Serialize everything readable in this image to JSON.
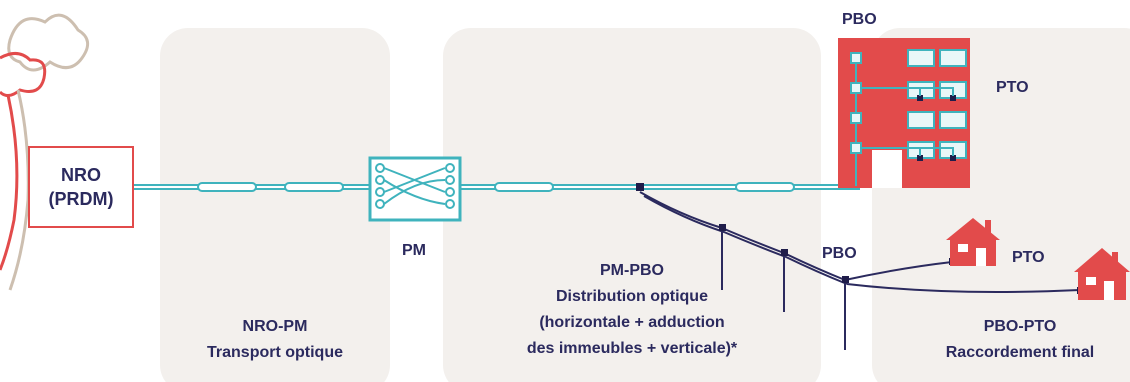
{
  "nro": {
    "line1": "NRO",
    "line2": "(PRDM)"
  },
  "pm": {
    "label": "PM"
  },
  "buildings": {
    "pbo_top": "PBO",
    "pto_top": "PTO"
  },
  "houses": {
    "pbo_bottom": "PBO",
    "pto_bottom": "PTO"
  },
  "segments": {
    "nro_pm": {
      "line1": "NRO-PM",
      "line2": "Transport optique"
    },
    "pm_pbo": {
      "line1": "PM-PBO",
      "line2": "Distribution optique",
      "line3": "(horizontale + adduction",
      "line4": "des immeubles + verticale)*"
    },
    "pbo_pto": {
      "line1": "PBO-PTO",
      "line2": "Raccordement final"
    }
  },
  "colors": {
    "panel": "#f3f0ed",
    "accent_red": "#e24b4b",
    "fiber_teal": "#3fb3bd",
    "text_navy": "#2b2a5e"
  }
}
